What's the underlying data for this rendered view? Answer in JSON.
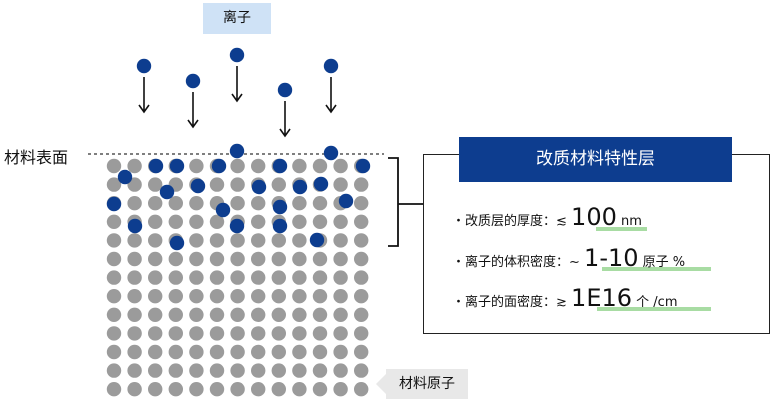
{
  "ion_label": "离子",
  "surface_label": "材料表面",
  "atom_label": "材料原子",
  "panel": {
    "title": "改质材料特性层",
    "rows": [
      {
        "prefix": "・改质层的厚度：≲",
        "value": "100",
        "unit": "nm"
      },
      {
        "prefix": "・离子的体积密度：~",
        "value": "1-10",
        "unit": "原子 %"
      },
      {
        "prefix": "・离子的面密度：≳",
        "value": "1E16",
        "unit": "个 /cm"
      }
    ]
  },
  "colors": {
    "ion": "#0d3d8f",
    "atom": "#9b9b9b",
    "highlight": "#a8dca3"
  }
}
